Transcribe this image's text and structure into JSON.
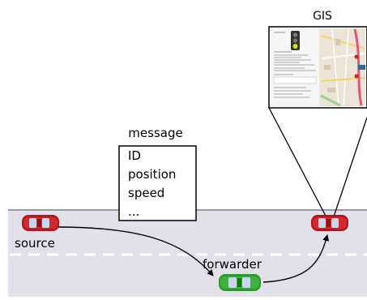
{
  "gis_label": "GIS",
  "message": {
    "title": "message",
    "fields": [
      "ID",
      "position",
      "speed",
      "..."
    ]
  },
  "vehicles": {
    "source_label": "source",
    "forwarder_label": "forwarder"
  },
  "colors": {
    "road": "#e2e0e8",
    "lane_marking": "#ffffff",
    "red_car": "#b3181d",
    "green_car": "#2d9a2d",
    "window": "#c9d6ee"
  }
}
